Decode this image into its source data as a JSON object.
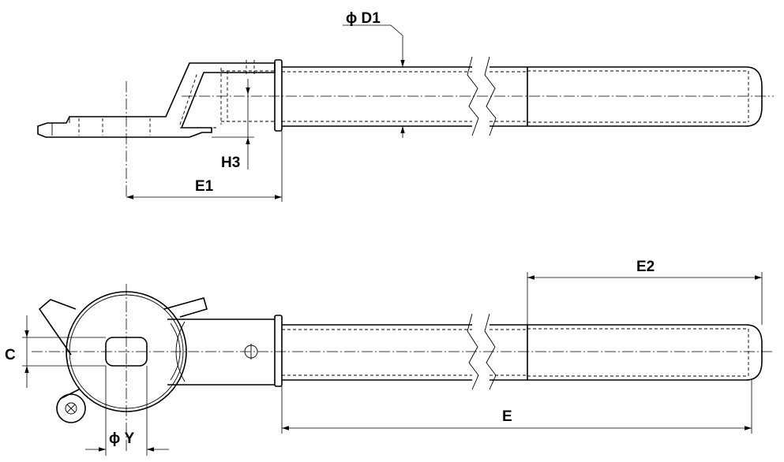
{
  "labels": {
    "d1": "ϕ D1",
    "h3": "H3",
    "e1": "E1",
    "e2": "E2",
    "c": "C",
    "e": "E",
    "y": "ϕ Y"
  }
}
